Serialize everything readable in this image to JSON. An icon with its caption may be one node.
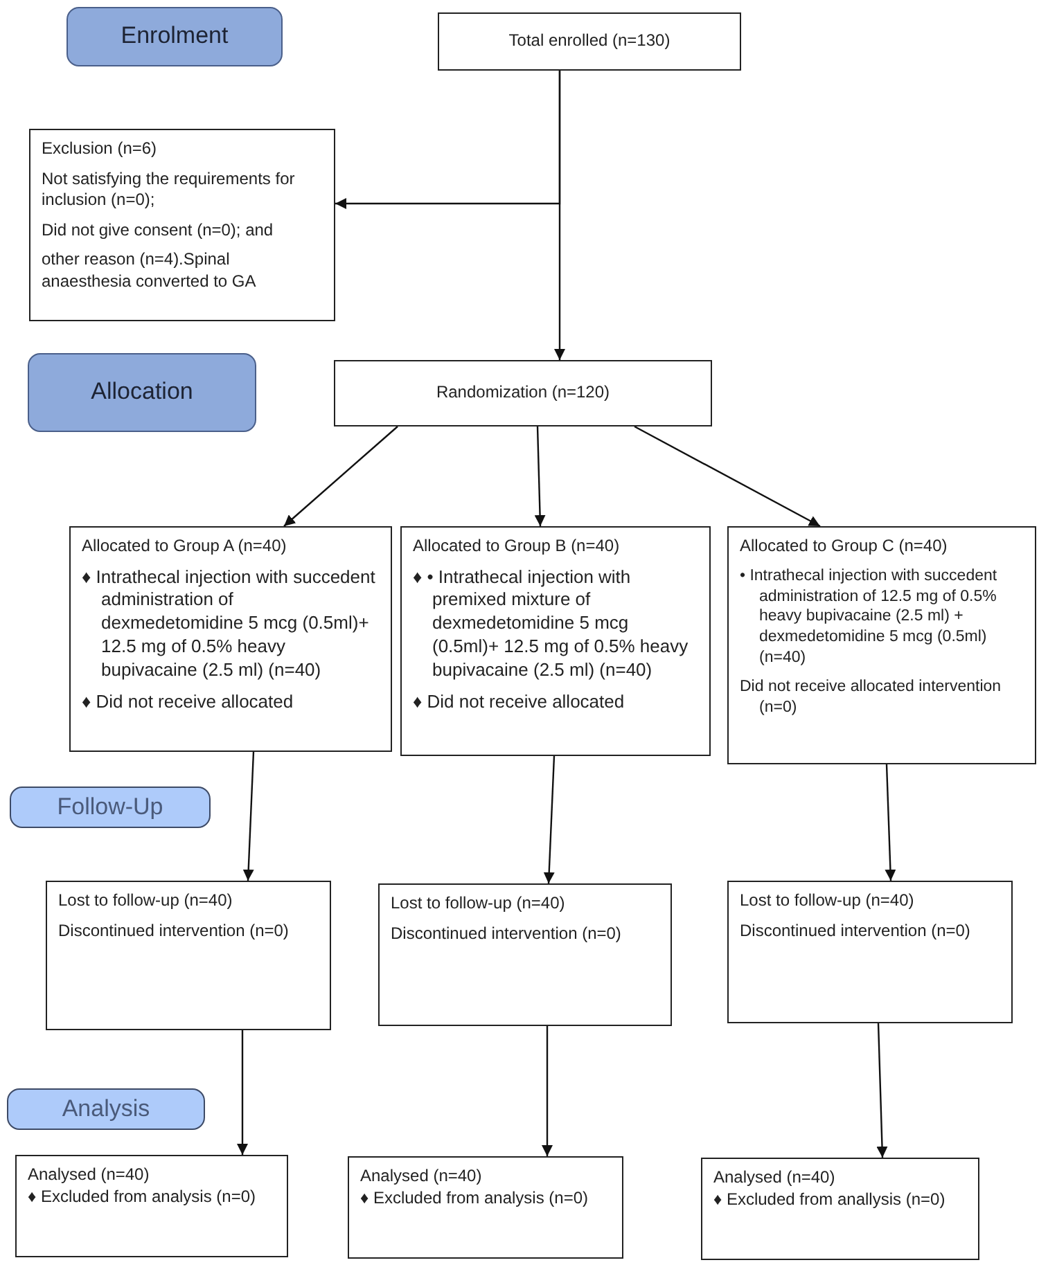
{
  "diagram": {
    "nodes": [
      {
        "text": [
          "Enrolment"
        ]
      },
      {
        "text": [
          "Total enrolled (n=130)"
        ]
      },
      {
        "text": [
          "Exclusion (n=6)",
          "Not satisfying the requirements for inclusion (n=0);",
          "Did not give consent (n=0); and",
          "other reason (n=4).Spinal anaesthesia converted to GA"
        ]
      },
      {
        "text": [
          "Allocation"
        ]
      },
      {
        "text": [
          "Randomization (n=120)"
        ]
      },
      {
        "text": [
          "Allocated to Group A (n=40)",
          "♦ Intrathecal injection with succedent administration of dexmedetomidine 5 mcg (0.5ml)+ 12.5 mg of 0.5% heavy bupivacaine (2.5 ml) (n=40)",
          "♦ Did not receive allocated"
        ]
      },
      {
        "text": [
          "Allocated to Group B (n=40)",
          "♦ • Intrathecal injection with premixed mixture of dexmedetomidine 5 mcg (0.5ml)+ 12.5 mg of 0.5% heavy bupivacaine (2.5 ml) (n=40)",
          "♦ Did not receive allocated"
        ]
      },
      {
        "text": [
          "Allocated to Group C (n=40)",
          "• Intrathecal injection with succedent administration of 12.5 mg of 0.5% heavy bupivacaine (2.5 ml) + dexmedetomidine 5 mcg (0.5ml) (n=40)",
          "Did not receive allocated intervention (n=0)"
        ]
      },
      {
        "text": [
          "Follow-Up"
        ]
      },
      {
        "text": [
          "Lost to follow-up (n=40)",
          "Discontinued intervention (n=0)"
        ]
      },
      {
        "text": [
          "Lost to follow-up (n=40)",
          "Discontinued intervention (n=0)"
        ]
      },
      {
        "text": [
          "Lost to follow-up (n=40)",
          "Discontinued intervention (n=0)"
        ]
      },
      {
        "text": [
          "Analysis"
        ]
      },
      {
        "text": [
          "Analysed  (n=40)",
          "♦ Excluded from analysis (n=0)"
        ]
      },
      {
        "text": [
          "Analysed  (n=40)",
          "♦ Excluded from analysis (n=0)"
        ]
      },
      {
        "text": [
          "Analysed  (n=40)",
          "♦ Excluded from anallysis (n=0)"
        ]
      }
    ],
    "edges": [
      {
        "from": 1,
        "to": 4,
        "arrow": "to"
      },
      {
        "from": 1,
        "to": 2,
        "arrow": "to"
      },
      {
        "from": 4,
        "to": 5,
        "arrow": "to"
      },
      {
        "from": 4,
        "to": 6,
        "arrow": "to"
      },
      {
        "from": 4,
        "to": 7,
        "arrow": "to"
      },
      {
        "from": 5,
        "to": 9,
        "arrow": "to"
      },
      {
        "from": 6,
        "to": 10,
        "arrow": "to"
      },
      {
        "from": 7,
        "to": 11,
        "arrow": "to"
      },
      {
        "from": 9,
        "to": 13,
        "arrow": "to"
      },
      {
        "from": 10,
        "to": 14,
        "arrow": "to"
      },
      {
        "from": 11,
        "to": 15,
        "arrow": "to"
      }
    ]
  }
}
